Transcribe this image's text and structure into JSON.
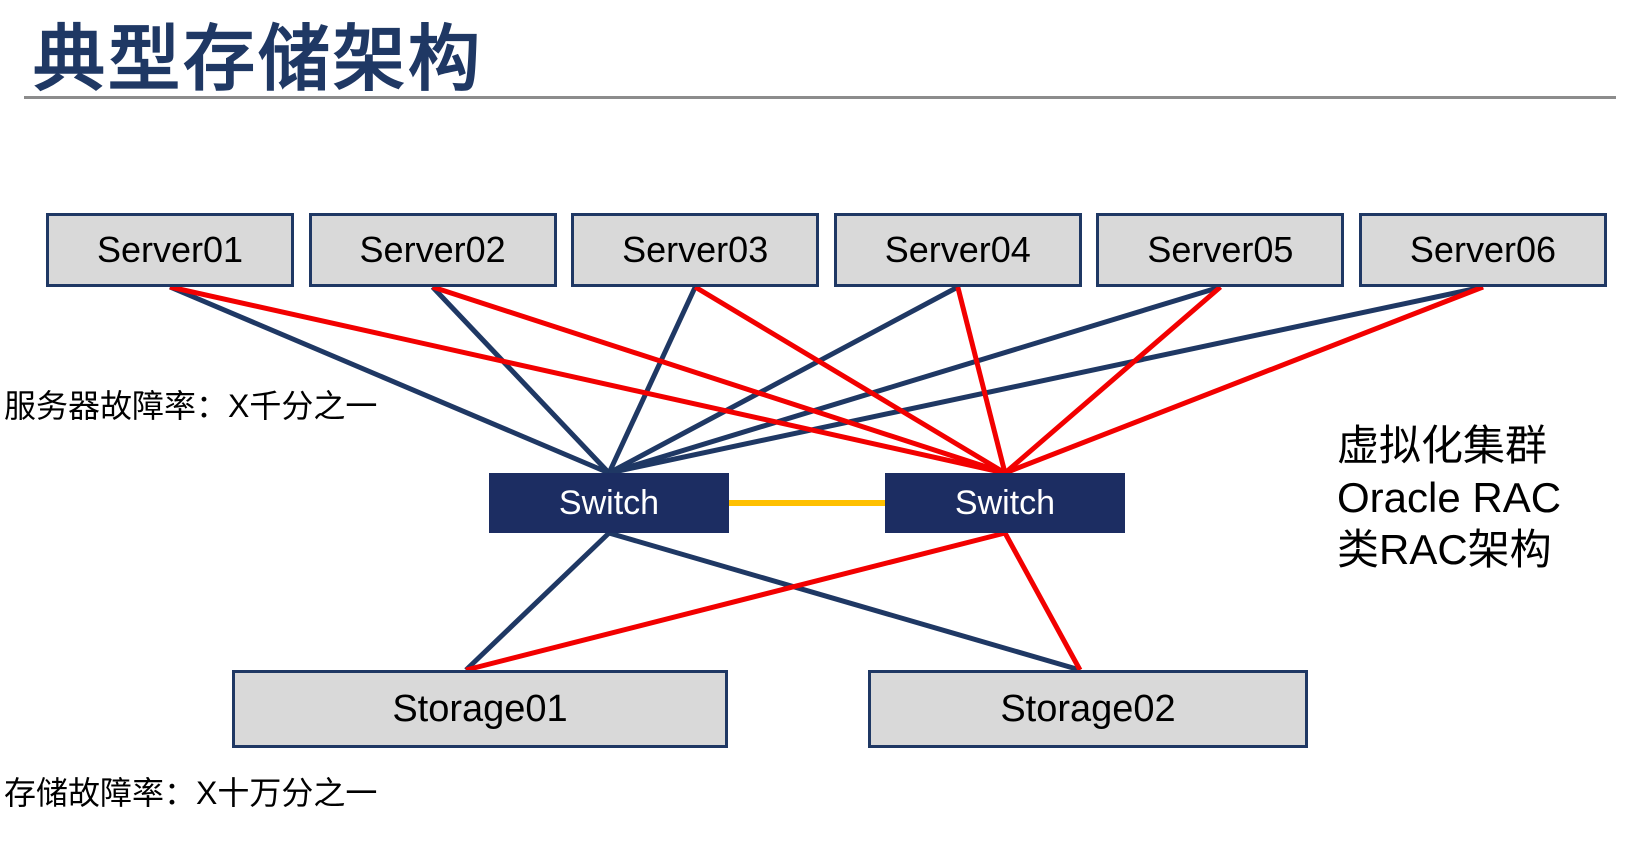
{
  "title": "典型存储架构",
  "servers": [
    "Server01",
    "Server02",
    "Server03",
    "Server04",
    "Server05",
    "Server06"
  ],
  "switches": [
    "Switch",
    "Switch"
  ],
  "storages": [
    "Storage01",
    "Storage02"
  ],
  "annotations": {
    "server_failure_rate": "服务器故障率：X千分之一",
    "storage_failure_rate": "存储故障率：X十万分之一",
    "right_note": [
      "虚拟化集群",
      "Oracle RAC",
      "类RAC架构"
    ]
  },
  "colors": {
    "title": "#1F3864",
    "navy": "#1F3864",
    "red": "#F20000",
    "orange": "#FFC000",
    "node_fill": "#D9D9D9",
    "node_border": "#1F3864",
    "switch_fill": "#1C2D62",
    "divider": "#8C8C8C"
  },
  "links": [
    {
      "from": "server-0",
      "to": "switch-left",
      "color": "navy"
    },
    {
      "from": "server-1",
      "to": "switch-left",
      "color": "navy"
    },
    {
      "from": "server-2",
      "to": "switch-left",
      "color": "navy"
    },
    {
      "from": "server-3",
      "to": "switch-left",
      "color": "navy"
    },
    {
      "from": "server-4",
      "to": "switch-left",
      "color": "navy"
    },
    {
      "from": "server-5",
      "to": "switch-left",
      "color": "navy"
    },
    {
      "from": "server-0",
      "to": "switch-right",
      "color": "red"
    },
    {
      "from": "server-1",
      "to": "switch-right",
      "color": "red"
    },
    {
      "from": "server-2",
      "to": "switch-right",
      "color": "red"
    },
    {
      "from": "server-3",
      "to": "switch-right",
      "color": "red"
    },
    {
      "from": "server-4",
      "to": "switch-right",
      "color": "red"
    },
    {
      "from": "server-5",
      "to": "switch-right",
      "color": "red"
    },
    {
      "from": "switch-left",
      "to": "storage-0",
      "color": "navy"
    },
    {
      "from": "switch-left",
      "to": "storage-1",
      "color": "navy"
    },
    {
      "from": "switch-right",
      "to": "storage-0",
      "color": "red"
    },
    {
      "from": "switch-right",
      "to": "storage-1",
      "color": "red"
    },
    {
      "from": "switch-left",
      "to": "switch-right",
      "color": "orange"
    }
  ]
}
